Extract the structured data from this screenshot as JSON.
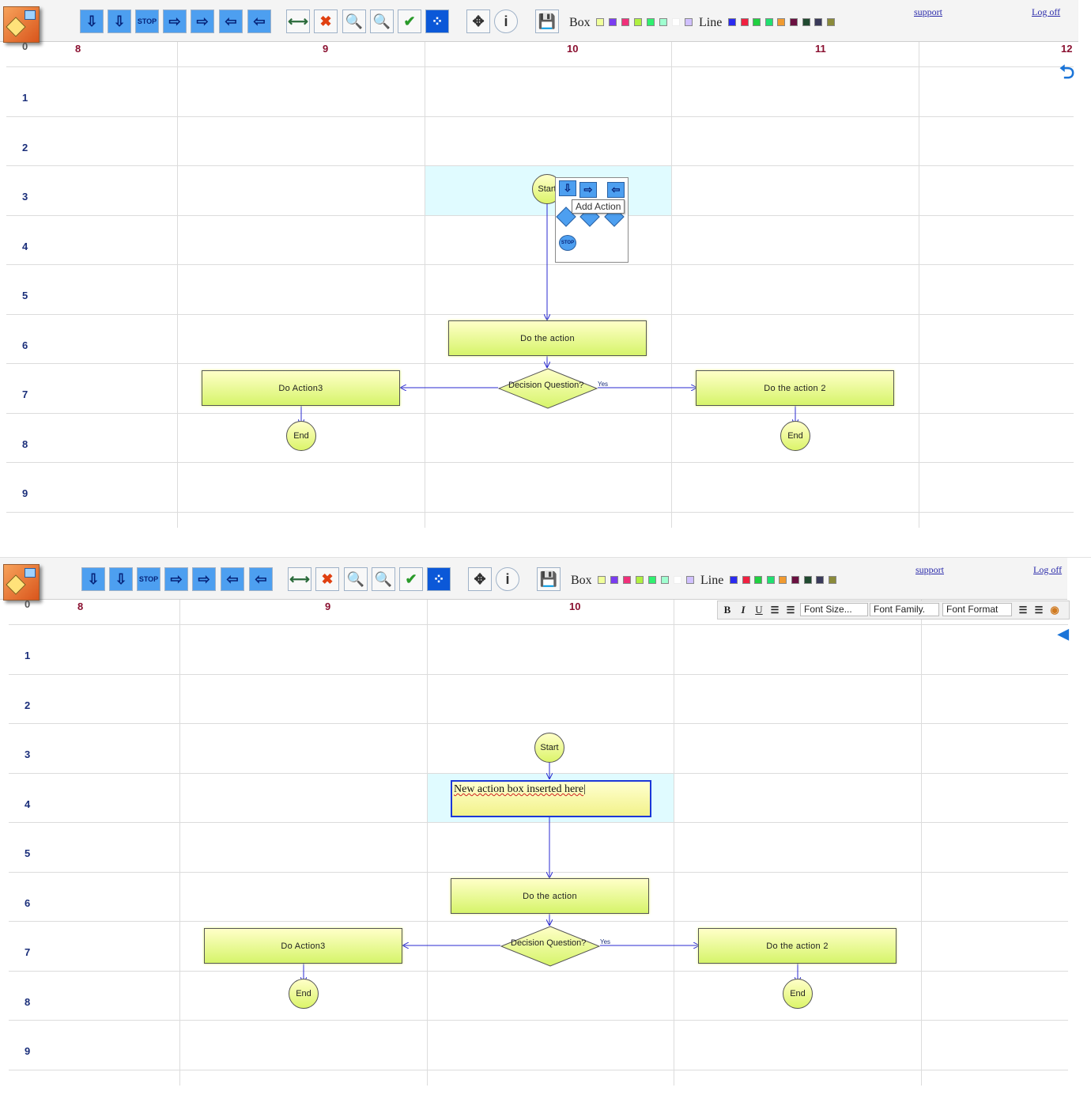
{
  "toolbar": {
    "box_label": "Box",
    "line_label": "Line",
    "support_label": "support",
    "logoff_label": "Log off",
    "box_colors": [
      "#f0ff9a",
      "#7a3cf0",
      "#f0307a",
      "#b0f040",
      "#30f070",
      "#a0ffd0",
      "#ffffff",
      "#d0c0ff"
    ],
    "line_colors": [
      "#2a2af0",
      "#f02040",
      "#20d040",
      "#20e070",
      "#f09a30",
      "#6a1040",
      "#204a30",
      "#3a3a5a",
      "#8a8a3a"
    ],
    "buttons": [
      "down-diamond",
      "down-box",
      "stop",
      "right-diamond",
      "right-box",
      "left-diamond",
      "left-box",
      "connector",
      "delete",
      "zoom-in",
      "zoom-out",
      "check",
      "grid",
      "move",
      "info",
      "save"
    ]
  },
  "grid": {
    "col_labels": [
      "0",
      "8",
      "9",
      "10",
      "11",
      "12"
    ],
    "row_labels": [
      "1",
      "2",
      "3",
      "4",
      "5",
      "6",
      "7",
      "8",
      "9"
    ]
  },
  "top": {
    "start_label": "Start",
    "action_label": "Do the action",
    "decision_label": "Decision Question?",
    "yes_label": "Yes",
    "left_action_label": "Do Action3",
    "right_action_label": "Do the action 2",
    "end_label": "End",
    "tooltip": "Add Action"
  },
  "bottom": {
    "start_label": "Start",
    "new_box_text": "New action box inserted here",
    "action_label": "Do the action",
    "decision_label": "Decision Question?",
    "yes_label": "Yes",
    "left_action_label": "Do Action3",
    "right_action_label": "Do the action 2",
    "end_label": "End",
    "rich_text": {
      "bold": "B",
      "italic": "I",
      "underline": "U",
      "font_size": "Font Size...",
      "font_family": "Font Family.",
      "font_format": "Font Format"
    }
  }
}
